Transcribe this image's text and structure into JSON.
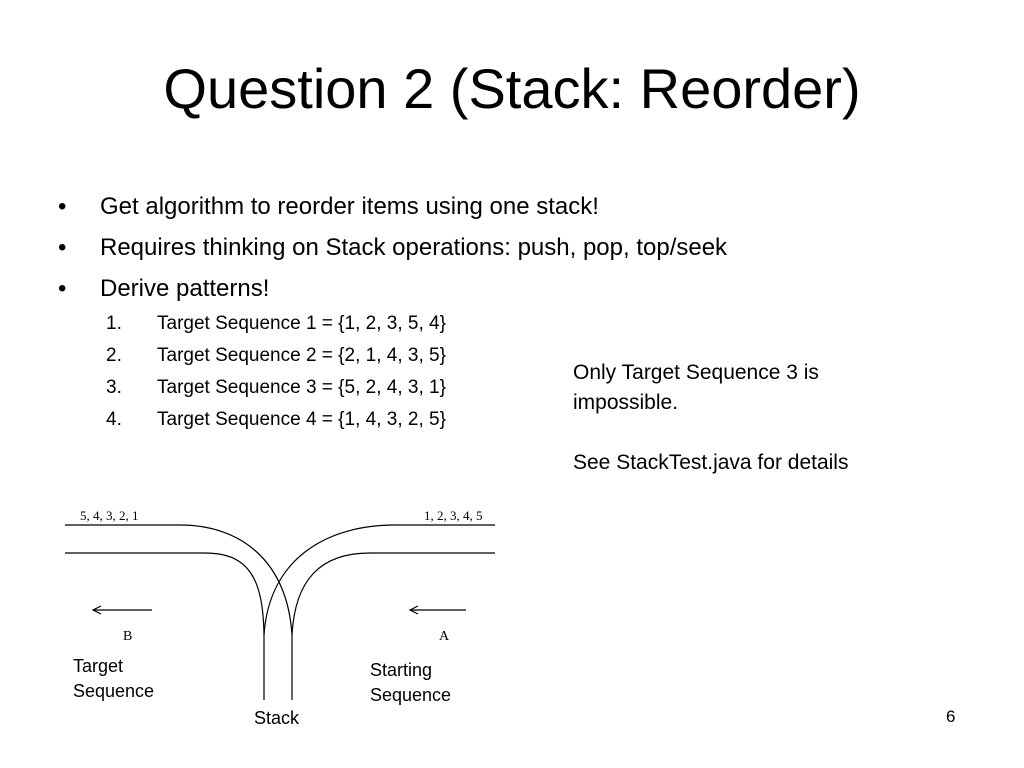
{
  "slide": {
    "title": "Question 2 (Stack: Reorder)",
    "bullet_symbol": "•",
    "bullets": [
      {
        "text": "Get algorithm to reorder items using one stack!"
      },
      {
        "text": "Requires thinking on Stack operations: push, pop, top/seek"
      },
      {
        "text": "Derive patterns!"
      }
    ],
    "numbered_items": [
      {
        "marker": "1.",
        "text": "Target Sequence 1 = {1, 2, 3, 5, 4}"
      },
      {
        "marker": "2.",
        "text": "Target Sequence 2 = {2, 1, 4, 3, 5}"
      },
      {
        "marker": "3.",
        "text": "Target Sequence 3 = {5, 2, 4, 3, 1}"
      },
      {
        "marker": "4.",
        "text": "Target Sequence 4 = {1, 4, 3, 2, 5}"
      }
    ],
    "note": {
      "line1": "Only Target Sequence 3 is impossible.",
      "line2": "See StackTest.java for details"
    },
    "diagram": {
      "left_sequence": "5, 4, 3, 2, 1",
      "right_sequence": "1, 2, 3, 4, 5",
      "label_b": "B",
      "label_a": "A",
      "target_label_1": "Target",
      "target_label_2": "Sequence",
      "starting_label_1": "Starting",
      "starting_label_2": "Sequence",
      "stack_label": "Stack"
    },
    "page_number": "6"
  }
}
